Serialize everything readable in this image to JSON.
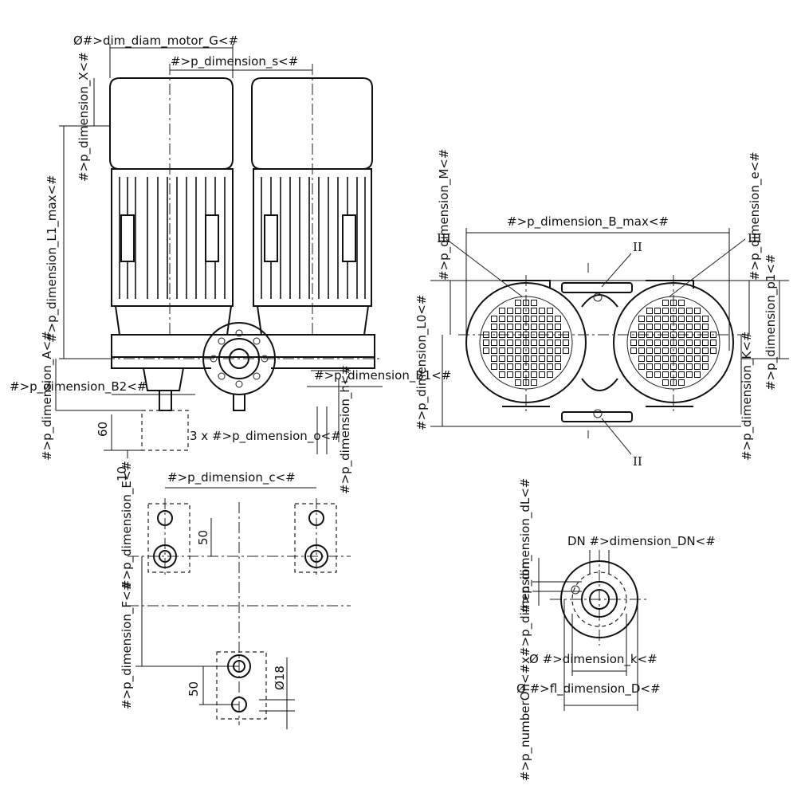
{
  "labels": {
    "dim_diam_motor_G": "Ø#>dim_diam_motor_G<#",
    "p_dimension_X": "#>p_dimension_X<#",
    "p_dimension_s": "#>p_dimension_s<#",
    "p_dimension_L1_max": "#>p_dimension_L1_max<#",
    "p_dimension_A": "#>p_dimension_A<#",
    "p_dimension_B2": "#>p_dimension_B2<#",
    "p_dimension_B1": "#>p_dimension_B1<#",
    "p_dimension_o": "3 x #>p_dimension_o<#",
    "p_dimension_c": "#>p_dimension_c<#",
    "p_dimension_E": "#>p_dimension_E<#",
    "p_dimension_F": "#>p_dimension_F<#",
    "p_dimension_h": "#>p_dimension_h<#",
    "p_dimension_B_max": "#>p_dimension_B_max<#",
    "p_dimension_M": "#>p_dimension_M<#",
    "p_dimension_L0": "#>p_dimension_L0<#",
    "p_dimension_e": "#>p_dimension_e<#",
    "p_dimension_p1": "#>p_dimension_p1<#",
    "p_dimension_K": "#>p_dimension_K<#",
    "p_dimension_dL": "#>p_dimension_dL<#",
    "dimension_DN": "DN #>dimension_DN<#",
    "dimension_k": "Ø #>dimension_k<#",
    "fl_dimension_D": "Ø #>fl_dimension_D<#",
    "p_numberOn_x": "#>p_numberOn<#x#>p_dimension_",
    "num_60": "60",
    "num_10": "10",
    "num_50a": "50",
    "num_50b": "50",
    "num_18": "Ø18",
    "mark_III_left": "III",
    "mark_III_right": "III",
    "mark_II_top": "II",
    "mark_II_bottom": "II"
  }
}
